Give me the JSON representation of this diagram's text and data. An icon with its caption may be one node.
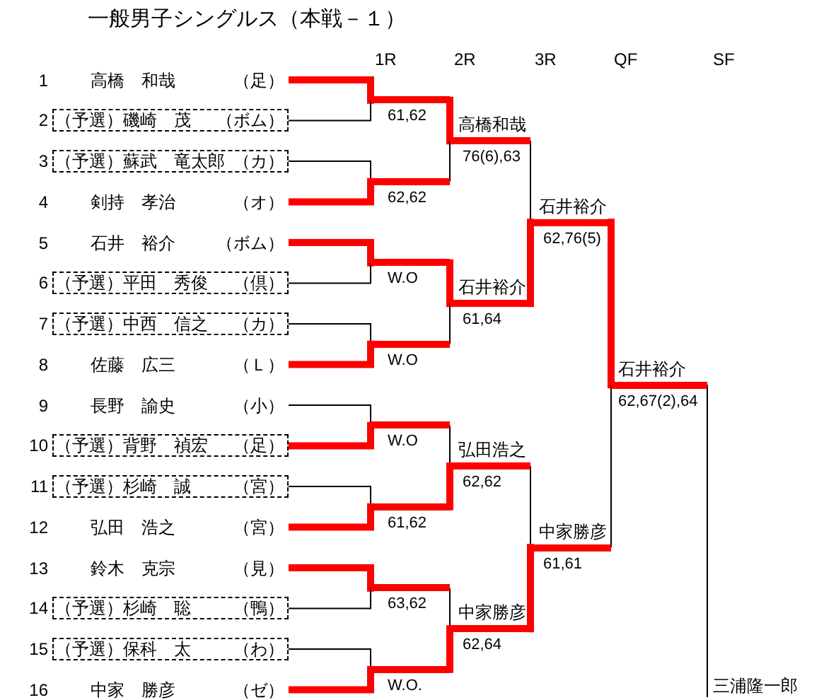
{
  "diagram": {
    "title": "一般男子シングルス（本戦－１）",
    "nodes": [
      {
        "text": [
          "1",
          "高橋　和哉",
          "（足）"
        ]
      },
      {
        "text": [
          "2",
          "（予選）磯崎　茂",
          "（ボム）"
        ]
      },
      {
        "text": [
          "3",
          "（予選）蘇武　竜太郎",
          "（カ）"
        ]
      },
      {
        "text": [
          "4",
          "剣持　孝治",
          "（オ）"
        ]
      },
      {
        "text": [
          "5",
          "石井　裕介",
          "（ボム）"
        ]
      },
      {
        "text": [
          "6",
          "（予選）平田　秀俊",
          "（倶）"
        ]
      },
      {
        "text": [
          "7",
          "（予選）中西　信之",
          "（カ）"
        ]
      },
      {
        "text": [
          "8",
          "佐藤　広三",
          "（Ｌ）"
        ]
      },
      {
        "text": [
          "9",
          "長野　諭史",
          "（小）"
        ]
      },
      {
        "text": [
          "10",
          "（予選）背野　禎宏",
          "（足）"
        ]
      },
      {
        "text": [
          "11",
          "（予選）杉崎　誠",
          "（宮）"
        ]
      },
      {
        "text": [
          "12",
          "弘田　浩之",
          "（宮）"
        ]
      },
      {
        "text": [
          "13",
          "鈴木　克宗",
          "（見）"
        ]
      },
      {
        "text": [
          "14",
          "（予選）杉崎　聡",
          "（鴨）"
        ]
      },
      {
        "text": [
          "15",
          "（予選）保科　太",
          "（わ）"
        ]
      },
      {
        "text": [
          "16",
          "中家　勝彦",
          "（ゼ）"
        ]
      },
      {
        "text": [
          "61,62"
        ]
      },
      {
        "text": [
          "62,62"
        ]
      },
      {
        "text": [
          "W.O"
        ]
      },
      {
        "text": [
          "W.O"
        ]
      },
      {
        "text": [
          "W.O"
        ]
      },
      {
        "text": [
          "61,62"
        ]
      },
      {
        "text": [
          "63,62"
        ]
      },
      {
        "text": [
          "W.O."
        ]
      },
      {
        "text": [
          "高橋和哉",
          "76(6),63"
        ]
      },
      {
        "text": [
          "石井裕介",
          "61,64"
        ]
      },
      {
        "text": [
          "弘田浩之",
          "62,62"
        ]
      },
      {
        "text": [
          "中家勝彦",
          "62,64"
        ]
      },
      {
        "text": [
          "石井裕介",
          "62,76(5)"
        ]
      },
      {
        "text": [
          "中家勝彦",
          "61,61"
        ]
      },
      {
        "text": [
          "石井裕介",
          "62,67(2),64"
        ]
      },
      {
        "text": [
          "三浦隆一郎"
        ]
      }
    ],
    "edges": [
      {
        "from": 0,
        "to": 16,
        "arrow": "none",
        "style": "thick",
        "color": "#ff0000"
      },
      {
        "from": 1,
        "to": 16,
        "arrow": "none"
      },
      {
        "from": 2,
        "to": 17,
        "arrow": "none"
      },
      {
        "from": 3,
        "to": 17,
        "arrow": "none",
        "style": "thick",
        "color": "#ff0000"
      },
      {
        "from": 4,
        "to": 18,
        "arrow": "none",
        "style": "thick",
        "color": "#ff0000"
      },
      {
        "from": 5,
        "to": 18,
        "arrow": "none"
      },
      {
        "from": 6,
        "to": 19,
        "arrow": "none"
      },
      {
        "from": 7,
        "to": 19,
        "arrow": "none",
        "style": "thick",
        "color": "#ff0000"
      },
      {
        "from": 8,
        "to": 20,
        "arrow": "none"
      },
      {
        "from": 9,
        "to": 20,
        "arrow": "none",
        "style": "thick",
        "color": "#ff0000"
      },
      {
        "from": 10,
        "to": 21,
        "arrow": "none"
      },
      {
        "from": 11,
        "to": 21,
        "arrow": "none",
        "style": "thick",
        "color": "#ff0000"
      },
      {
        "from": 12,
        "to": 22,
        "arrow": "none",
        "style": "thick",
        "color": "#ff0000"
      },
      {
        "from": 13,
        "to": 22,
        "arrow": "none"
      },
      {
        "from": 14,
        "to": 23,
        "arrow": "none"
      },
      {
        "from": 15,
        "to": 23,
        "arrow": "none",
        "style": "thick",
        "color": "#ff0000"
      },
      {
        "from": 16,
        "to": 24,
        "arrow": "none",
        "style": "thick",
        "color": "#ff0000"
      },
      {
        "from": 17,
        "to": 24,
        "arrow": "none"
      },
      {
        "from": 18,
        "to": 25,
        "arrow": "none",
        "style": "thick",
        "color": "#ff0000"
      },
      {
        "from": 19,
        "to": 25,
        "arrow": "none"
      },
      {
        "from": 20,
        "to": 26,
        "arrow": "none"
      },
      {
        "from": 21,
        "to": 26,
        "arrow": "none",
        "style": "thick",
        "color": "#ff0000"
      },
      {
        "from": 22,
        "to": 27,
        "arrow": "none"
      },
      {
        "from": 23,
        "to": 27,
        "arrow": "none",
        "style": "thick",
        "color": "#ff0000"
      },
      {
        "from": 24,
        "to": 28,
        "arrow": "none"
      },
      {
        "from": 25,
        "to": 28,
        "arrow": "none",
        "style": "thick",
        "color": "#ff0000"
      },
      {
        "from": 26,
        "to": 29,
        "arrow": "none"
      },
      {
        "from": 27,
        "to": 29,
        "arrow": "none",
        "style": "thick",
        "color": "#ff0000"
      },
      {
        "from": 28,
        "to": 30,
        "arrow": "none",
        "style": "thick",
        "color": "#ff0000"
      },
      {
        "from": 29,
        "to": 30,
        "arrow": "none"
      },
      {
        "from": 30,
        "to": 31,
        "arrow": "none"
      }
    ],
    "labels": [
      "1R",
      "2R",
      "3R",
      "QF",
      "SF"
    ]
  }
}
